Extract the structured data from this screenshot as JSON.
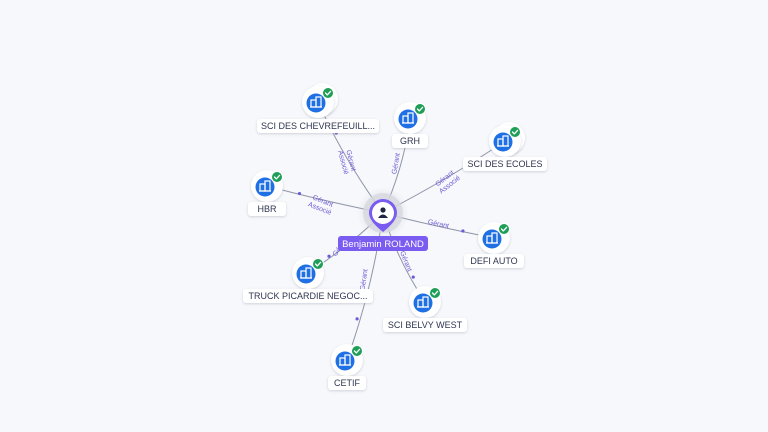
{
  "center": {
    "name": "Benjamin ROLAND",
    "icon": "person-icon",
    "accent": "#7b5cf0"
  },
  "company_icon": "building-icon",
  "verified_icon": "check-badge-icon",
  "colors": {
    "company_blue": "#1f6fe5",
    "verified_green": "#1e9e57",
    "edge": "#8e95a9",
    "edge_label": "#6b5bd6"
  },
  "nodes": [
    {
      "id": "sci-des-chevrefeuill",
      "label": "SCI DES CHEVREFEUILL...",
      "roles": [
        "Gérant",
        "Associé"
      ],
      "stacked": true
    },
    {
      "id": "grh",
      "label": "GRH",
      "roles": [
        "Gérant"
      ],
      "stacked": false
    },
    {
      "id": "sci-des-ecoles",
      "label": "SCI DES ECOLES",
      "roles": [
        "Gérant",
        "Associé"
      ],
      "stacked": true
    },
    {
      "id": "hbr",
      "label": "HBR",
      "roles": [
        "Gérant",
        "Associé"
      ],
      "stacked": false
    },
    {
      "id": "defi-auto",
      "label": "DEFI AUTO",
      "roles": [
        "Gérant"
      ],
      "stacked": false
    },
    {
      "id": "truck-picardie",
      "label": "TRUCK PICARDIE NEGOC...",
      "roles": [
        "Gérant"
      ],
      "stacked": false
    },
    {
      "id": "sci-belvy-west",
      "label": "SCI BELVY WEST",
      "roles": [
        "Gérant"
      ],
      "stacked": false
    },
    {
      "id": "cetif",
      "label": "CETIF",
      "roles": [
        "Gérant"
      ],
      "stacked": false
    }
  ]
}
